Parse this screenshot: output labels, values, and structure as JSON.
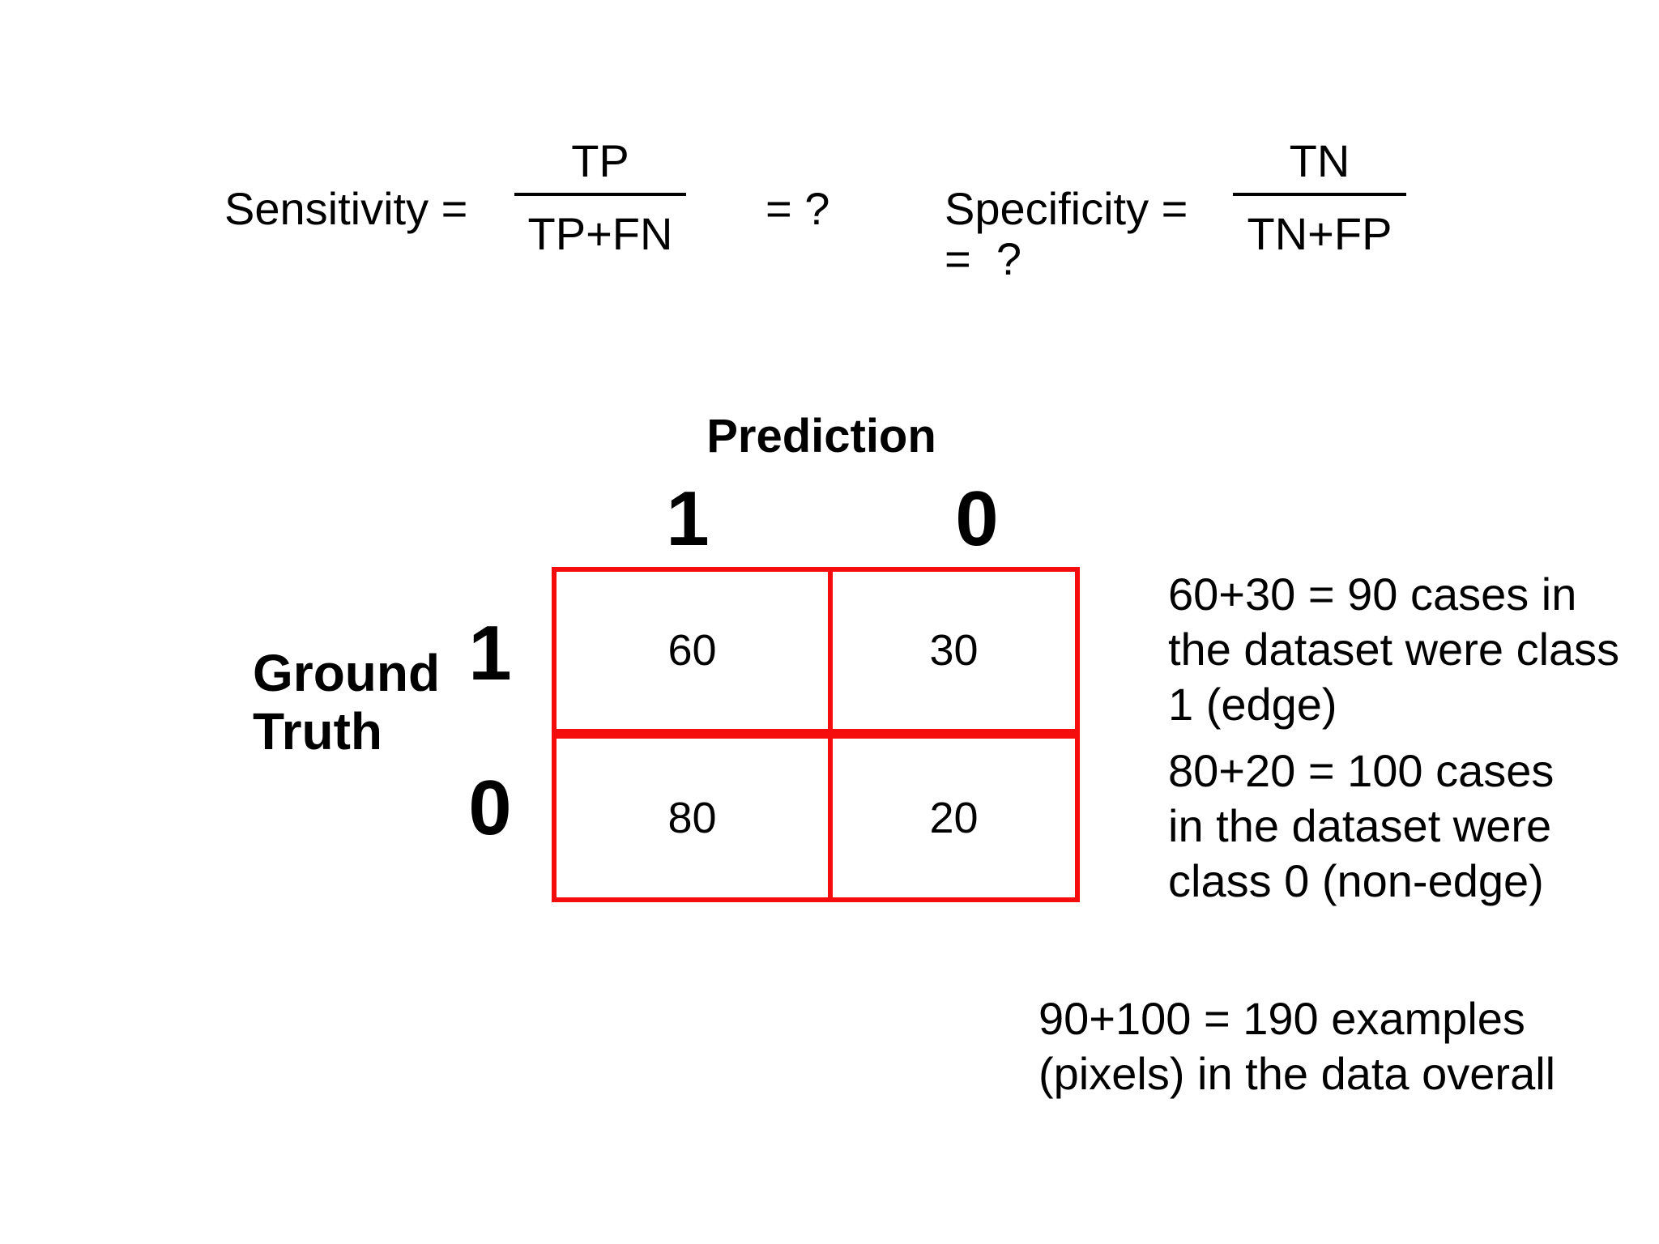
{
  "slide": {
    "background": "#ffffff",
    "text_color": "#000000",
    "matrix_line_color": "#f50d0d"
  },
  "formulas": {
    "sensitivity": {
      "label": "Sensitivity =",
      "numerator": "TP",
      "denominator": "TP+FN",
      "result": "= ?"
    },
    "specificity": {
      "label": "Specificity =",
      "result": "=  ?",
      "numerator": "TN",
      "denominator": "TN+FP"
    }
  },
  "matrix": {
    "column_axis_label": "Prediction",
    "row_axis_lines": [
      "Ground",
      "Truth"
    ],
    "column_labels": [
      "1",
      "0"
    ],
    "row_labels": [
      "1",
      "0"
    ],
    "cells": {
      "true1_pred1": "60",
      "true1_pred0": "30",
      "true0_pred1": "80",
      "true0_pred0": "20"
    }
  },
  "annotations": {
    "class1_lines": [
      "60+30 = 90 cases in",
      "the dataset were class",
      "1 (edge)"
    ],
    "class0_lines": [
      "80+20 = 100 cases",
      "in the dataset were",
      "class 0 (non-edge)"
    ],
    "total_lines": [
      "90+100 = 190 examples",
      "(pixels) in the data overall"
    ]
  },
  "chart_data": {
    "type": "table",
    "title": "Confusion matrix",
    "column_axis": "Prediction",
    "row_axis": "Ground Truth",
    "columns": [
      "1",
      "0"
    ],
    "rows": [
      "1",
      "0"
    ],
    "values": [
      [
        60,
        30
      ],
      [
        80,
        20
      ]
    ],
    "derived": {
      "class1_total": 90,
      "class0_total": 100,
      "overall_total": 190
    }
  }
}
